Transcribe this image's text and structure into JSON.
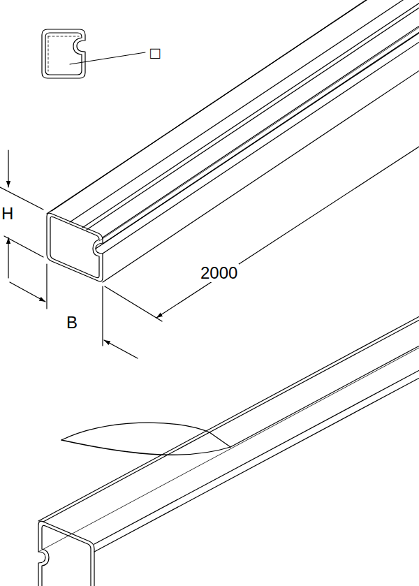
{
  "diagram": {
    "labels": [
      "□",
      "H",
      "2000",
      "B"
    ]
  }
}
